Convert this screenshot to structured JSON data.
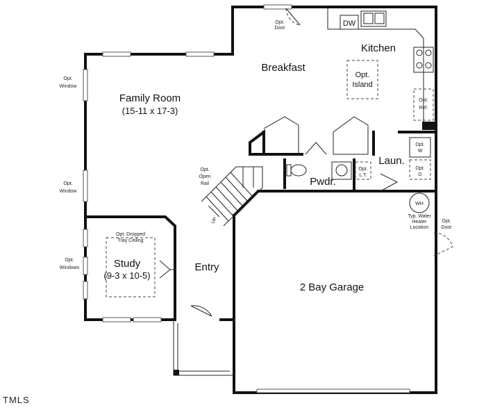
{
  "rooms": {
    "family_room": "Family Room",
    "family_room_dims": "(15-11 x 17-3)",
    "breakfast": "Breakfast",
    "kitchen": "Kitchen",
    "island_line1": "Opt.",
    "island_line2": "Island",
    "study": "Study",
    "study_dims": "(9-3 x 10-5)",
    "entry": "Entry",
    "garage": "2 Bay Garage",
    "laundry": "Laun.",
    "powder": "Pwdr."
  },
  "labels": {
    "opt": "Opt.",
    "door": "Door",
    "window": "Window",
    "windows": "Windows",
    "dw": "DW",
    "ref": "Ref.",
    "lt": "L.T.",
    "w": "W",
    "d": "D",
    "open": "Open",
    "rail": "Rail",
    "up": "UP",
    "dropped": "Opt. Dropped",
    "tray": "Tray Ceiling",
    "wh": "WH",
    "wh_line1": "Typ. Water",
    "wh_line2": "Heater",
    "wh_line3": "Location"
  },
  "logo": "TMLS",
  "colors": {
    "wall": "#111111",
    "background": "#ffffff"
  }
}
